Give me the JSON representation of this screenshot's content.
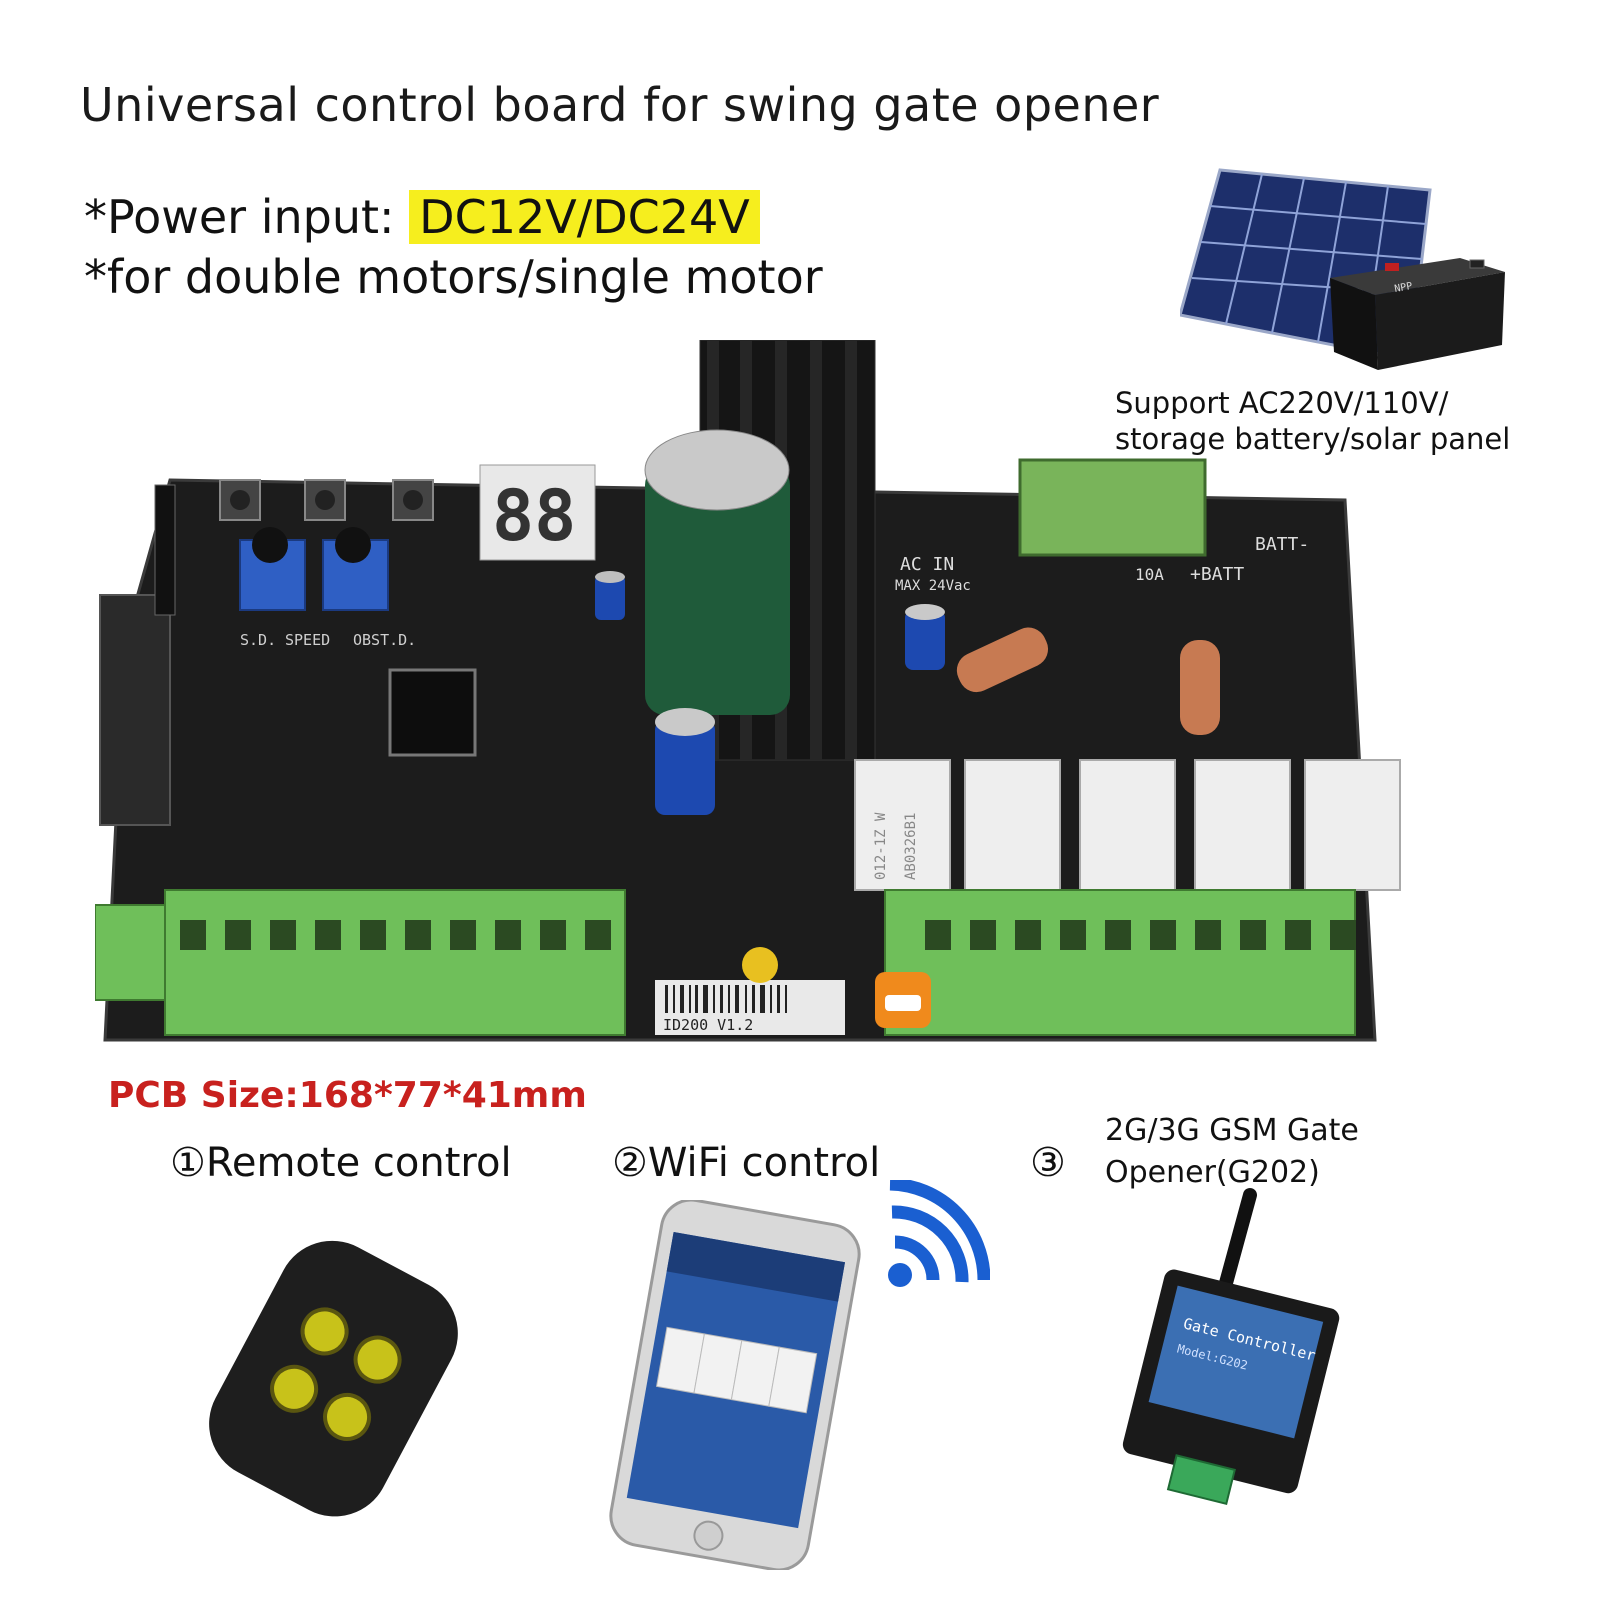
{
  "title": "Universal control board for swing gate opener",
  "power_label": "*Power input: ",
  "power_value": "DC12V/DC24V",
  "motors_label": "*for double motors/single motor",
  "support_line1": "Support AC220V/110V/",
  "support_line2": "storage battery/solar panel",
  "pcb_size": "PCB Size:168*77*41mm",
  "options": {
    "remote": "①Remote control",
    "wifi": "②WiFi control",
    "gsm_number": "③",
    "gsm_line1": "2G/3G GSM Gate",
    "gsm_line2": "Opener(G202)"
  },
  "board": {
    "display_digits": "88",
    "version": "ID200 V1.2",
    "pot_labels": [
      "S.D.",
      "SPEED",
      "OBST.D."
    ],
    "relay_label_1": "012-1Z W",
    "relay_label_2": "AB0326B1",
    "fuse_label": "10A",
    "batt_plus": "+BATT",
    "batt_minus": "BATT-",
    "ac_in": "AC IN",
    "ac_max": "MAX 24Vac"
  },
  "gsm_device": {
    "label1": "Gate Controller",
    "label2": "Model:G202"
  },
  "colors": {
    "highlight": "#f6ee1e",
    "pcb": "#1c1c1c",
    "terminal": "#6fbf5a",
    "pcb_size_text": "#c8211e",
    "wifi": "#1a5fd1"
  }
}
